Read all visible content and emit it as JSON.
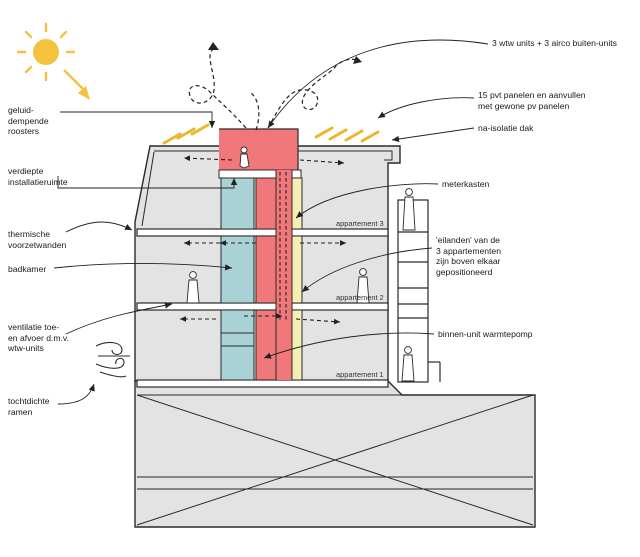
{
  "labels_left": [
    {
      "id": "geluid",
      "lines": [
        "geluid-",
        "dempende",
        "roosters"
      ]
    },
    {
      "id": "verdiepte",
      "lines": [
        "verdiepte",
        "installatieruimte"
      ]
    },
    {
      "id": "thermische",
      "lines": [
        "thermische",
        "voorzetwanden"
      ]
    },
    {
      "id": "badkamer",
      "lines": [
        "badkamer"
      ]
    },
    {
      "id": "ventilatie",
      "lines": [
        "ventilatie toe-",
        "en afvoer d.m.v.",
        "wtw-units"
      ]
    },
    {
      "id": "tochtdichte",
      "lines": [
        "tochtdichte",
        "ramen"
      ]
    }
  ],
  "labels_right": [
    {
      "id": "wtw",
      "lines": [
        "3 wtw units + 3 airco buiten-units"
      ]
    },
    {
      "id": "pvt",
      "lines": [
        "15 pvt panelen en aanvullen",
        "met gewone pv panelen"
      ]
    },
    {
      "id": "isolatie",
      "lines": [
        "na-isolatie dak"
      ]
    },
    {
      "id": "meterkasten",
      "lines": [
        "meterkasten"
      ]
    },
    {
      "id": "eilanden",
      "lines": [
        "'eilanden' van de",
        "3 appartementen",
        "zijn boven elkaar",
        "gepositioneerd"
      ]
    },
    {
      "id": "binnenunit",
      "lines": [
        "binnen-unit warmtepomp"
      ]
    }
  ],
  "apartments": [
    "appartement 3",
    "appartement 2",
    "appartement 1"
  ],
  "colors": {
    "building": "#e3e3e3",
    "red": "#f0787a",
    "teal": "#a9d2d6",
    "yellow": "#f4f0b4",
    "sun": "#f5c23e",
    "outline": "#2a2a2a"
  }
}
